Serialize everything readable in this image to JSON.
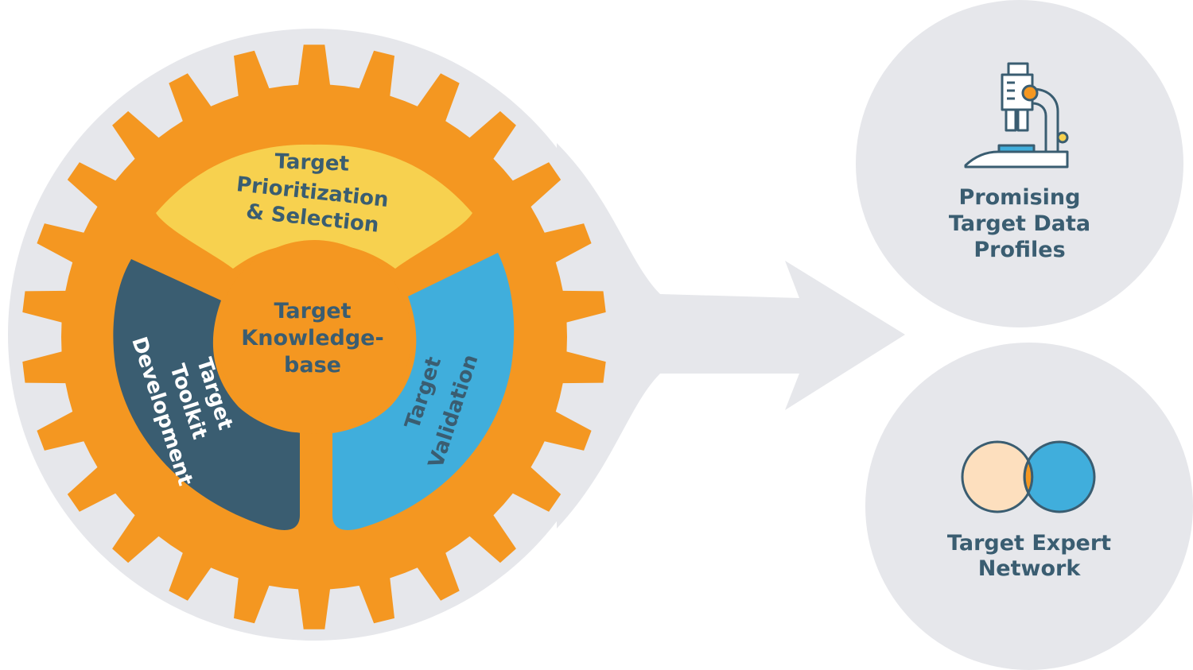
{
  "colors": {
    "background_circle": "#E6E7EB",
    "gear": "#F49721",
    "prioritization": "#F7D14F",
    "toolkit": "#3A5D71",
    "validation": "#40AEDC",
    "dark_text": "#3A5D71",
    "white_text": "#FFFFFF",
    "venn_left": "#FDDFBE",
    "venn_right": "#40AEDC"
  },
  "gear": {
    "center": {
      "line1": "Target",
      "line2": "Knowledge-",
      "line3": "base"
    },
    "prioritization": {
      "line1": "Target",
      "line2": "Prioritization",
      "line3": "& Selection"
    },
    "validation": {
      "line1": "Target",
      "line2": "Validation"
    },
    "toolkit": {
      "line1": "Target",
      "line2": "Toolkit",
      "line3": "Development"
    }
  },
  "outputs": {
    "profiles": {
      "icon": "microscope-icon",
      "line1": "Promising",
      "line2": "Target Data",
      "line3": "Profiles"
    },
    "network": {
      "icon": "venn-diagram-icon",
      "line1": "Target Expert",
      "line2": "Network"
    }
  }
}
